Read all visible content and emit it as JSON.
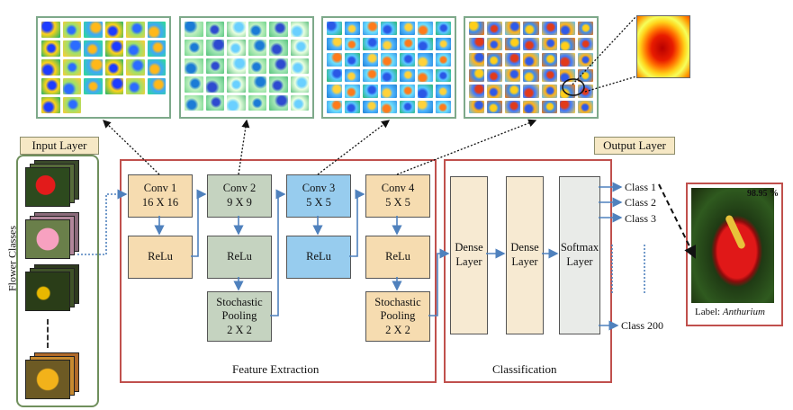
{
  "input_layer": {
    "title": "Input Layer",
    "side_label": "Flower Classes"
  },
  "output_layer": {
    "title": "Output Layer",
    "probability": "98.95 %",
    "label_prefix": "Label: ",
    "label_name": "Anthurium"
  },
  "feature_extraction": {
    "caption": "Feature Extraction",
    "conv1": "Conv 1\n16 X 16",
    "conv2": "Conv 2\n9 X 9",
    "conv3": "Conv 3\n5 X 5",
    "conv4": "Conv 4\n5 X 5",
    "relu": "ReLu",
    "pool2": "Stochastic\nPooling\n2 X 2",
    "pool4": "Stochastic\nPooling\n2 X 2"
  },
  "classification": {
    "caption": "Classification",
    "dense1": "Dense\nLayer",
    "dense2": "Dense\nLayer",
    "softmax": "Softmax\nLayer",
    "classes": [
      "Class 1",
      "Class 2",
      "Class 3",
      "Class 200"
    ]
  },
  "colors": {
    "frame_red": "#c0504d",
    "map_border": "#7ea98a",
    "arrow_blue": "#4f81bd",
    "conv_tan": "#f6dcb0",
    "conv_green": "#c5d3c0",
    "conv_blue": "#97ccee"
  }
}
